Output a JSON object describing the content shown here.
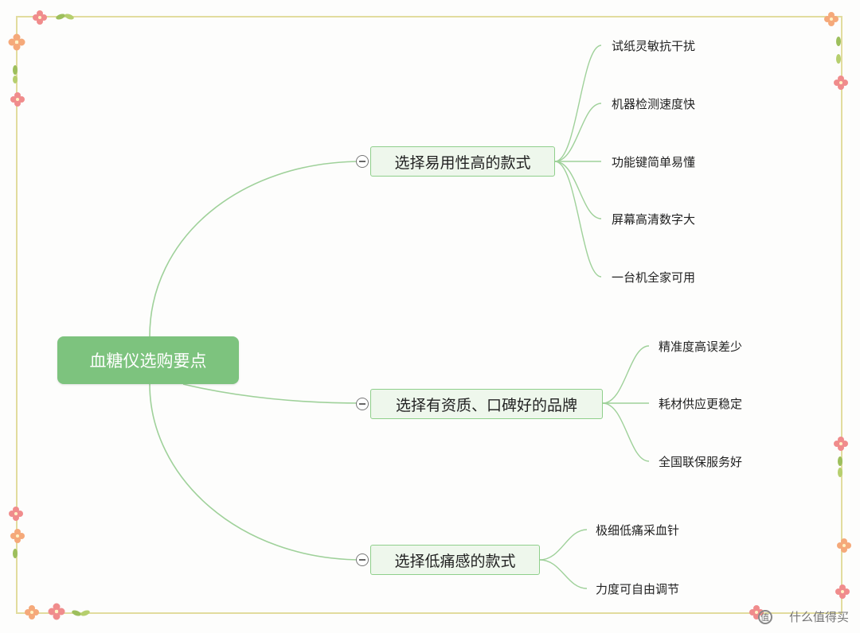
{
  "root": {
    "label": "血糖仪选购要点"
  },
  "branches": [
    {
      "label": "选择易用性高的款式",
      "children": [
        "试纸灵敏抗干扰",
        "机器检测速度快",
        "功能键简单易懂",
        "屏幕高清数字大",
        "一台机全家可用"
      ]
    },
    {
      "label": "选择有资质、口碑好的品牌",
      "children": [
        "精准度高误差少",
        "耗材供应更稳定",
        "全国联保服务好"
      ]
    },
    {
      "label": "选择低痛感的款式",
      "children": [
        "极细低痛采血针",
        "力度可自由调节"
      ]
    }
  ],
  "watermark": {
    "text": "什么值得买",
    "icon": "smzdm-logo-icon"
  },
  "colors": {
    "root_fill": "#7dc37e",
    "branch_fill": "#eef7ec",
    "branch_border": "#8fcf8b",
    "connector": "#9fd19a",
    "frame": "#e2dc9e",
    "flower_pink": "#f08c8c",
    "flower_orange": "#f5a97a",
    "leaf_green": "#9dbf5c"
  }
}
